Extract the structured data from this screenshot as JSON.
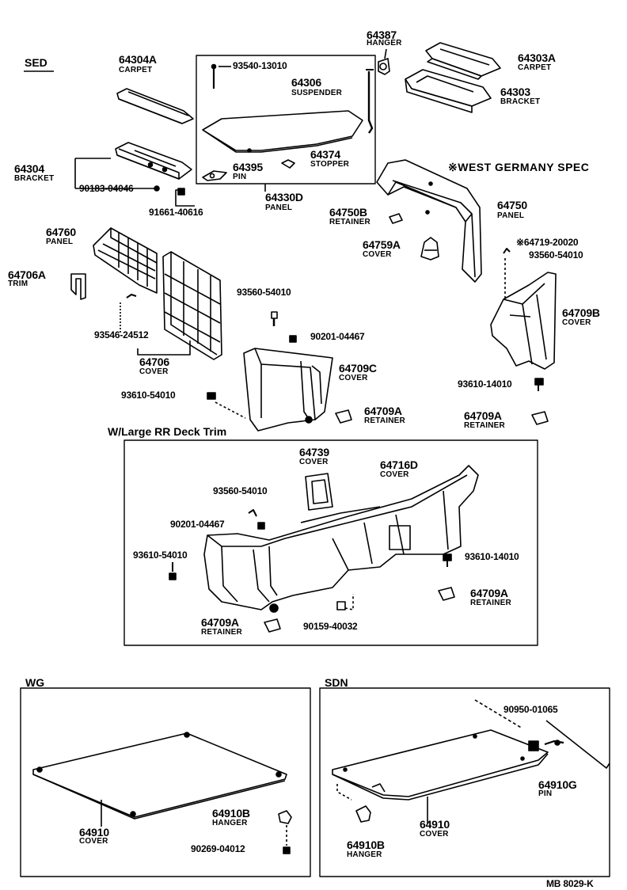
{
  "sections": {
    "sed": "SED",
    "west_germany": "※WEST GERMANY SPEC",
    "large_rr": "W/Large RR Deck Trim",
    "wg": "WG",
    "sdn": "SDN"
  },
  "parts": {
    "p64304A": {
      "num": "64304A",
      "name": "CARPET"
    },
    "p93540": {
      "num": "93540-13010"
    },
    "p64306": {
      "num": "64306",
      "name": "SUSPENDER"
    },
    "p64387": {
      "num": "64387",
      "name": "HANGER"
    },
    "p64303A": {
      "num": "64303A",
      "name": "CARPET"
    },
    "p64303": {
      "num": "64303",
      "name": "BRACKET"
    },
    "p64374": {
      "num": "64374",
      "name": "STOPPER"
    },
    "p64395": {
      "num": "64395",
      "name": "PIN"
    },
    "p64304": {
      "num": "64304",
      "name": "BRACKET"
    },
    "p90183": {
      "num": "90183-04046"
    },
    "p91661": {
      "num": "91661-40616"
    },
    "p64330D": {
      "num": "64330D",
      "name": "PANEL"
    },
    "p64750B": {
      "num": "64750B",
      "name": "RETAINER"
    },
    "p64750": {
      "num": "64750",
      "name": "PANEL"
    },
    "p64760": {
      "num": "64760",
      "name": "PANEL"
    },
    "p64759A": {
      "num": "64759A",
      "name": "COVER"
    },
    "p64719": {
      "num": "※64719-20020"
    },
    "p93560a": {
      "num": "93560-54010"
    },
    "p64706A": {
      "num": "64706A",
      "name": "TRIM"
    },
    "p93560b": {
      "num": "93560-54010"
    },
    "p64709B": {
      "num": "64709B",
      "name": "COVER"
    },
    "p93546": {
      "num": "93546-24512"
    },
    "p90201a": {
      "num": "90201-04467"
    },
    "p64706": {
      "num": "64706",
      "name": "COVER"
    },
    "p64709C": {
      "num": "64709C",
      "name": "COVER"
    },
    "p93610a": {
      "num": "93610-14010"
    },
    "p93610b": {
      "num": "93610-54010"
    },
    "p64709A1": {
      "num": "64709A",
      "name": "RETAINER"
    },
    "p64709A2": {
      "num": "64709A",
      "name": "RETAINER"
    },
    "p64739": {
      "num": "64739",
      "name": "COVER"
    },
    "p64716D": {
      "num": "64716D",
      "name": "COVER"
    },
    "p93560c": {
      "num": "93560-54010"
    },
    "p90201b": {
      "num": "90201-04467"
    },
    "p93610c": {
      "num": "93610-54010"
    },
    "p93610d": {
      "num": "93610-14010"
    },
    "p64709A3": {
      "num": "64709A",
      "name": "RETAINER"
    },
    "p64709A4": {
      "num": "64709A",
      "name": "RETAINER"
    },
    "p90159": {
      "num": "90159-40032"
    },
    "p64910wg": {
      "num": "64910",
      "name": "COVER"
    },
    "p64910Bwg": {
      "num": "64910B",
      "name": "HANGER"
    },
    "p90269": {
      "num": "90269-04012"
    },
    "p90950": {
      "num": "90950-01065"
    },
    "p64910G": {
      "num": "64910G",
      "name": "PIN"
    },
    "p64910sdn": {
      "num": "64910",
      "name": "COVER"
    },
    "p64910Bsdn": {
      "num": "64910B",
      "name": "HANGER"
    }
  },
  "footer": "MB 8029-K"
}
